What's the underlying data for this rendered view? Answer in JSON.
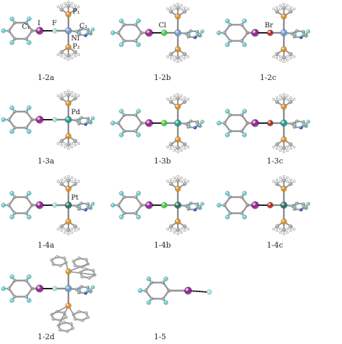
{
  "panels": [
    {
      "id": "1-2a",
      "label": "1-2a",
      "metal_color": "#6a9ac9",
      "halogen": "F",
      "halogen_color": "#8de6e6",
      "variant": "ni",
      "atom_labels": {
        "c1": "C₁",
        "x": "I",
        "h": "F",
        "p1": "P₁",
        "c2": "C₂",
        "m": "Ni",
        "p2": "P₂"
      }
    },
    {
      "id": "1-2b",
      "label": "1-2b",
      "metal_color": "#6a9ac9",
      "halogen": "Cl",
      "halogen_color": "#33cc33",
      "variant": "ni",
      "atom_labels": {
        "x": "Cl"
      }
    },
    {
      "id": "1-2c",
      "label": "1-2c",
      "metal_color": "#6a9ac9",
      "halogen": "Br",
      "halogen_color": "#b02020",
      "variant": "ni",
      "atom_labels": {
        "x": "Br"
      }
    },
    {
      "id": "1-3a",
      "label": "1-3a",
      "metal_color": "#1a9a8a",
      "halogen": "F",
      "halogen_color": "#8de6e6",
      "variant": "pd",
      "atom_labels": {
        "m": "Pd"
      }
    },
    {
      "id": "1-3b",
      "label": "1-3b",
      "metal_color": "#1a9a8a",
      "halogen": "Cl",
      "halogen_color": "#33cc33",
      "variant": "pd",
      "atom_labels": {}
    },
    {
      "id": "1-3c",
      "label": "1-3c",
      "metal_color": "#1a9a8a",
      "halogen": "Br",
      "halogen_color": "#b02020",
      "variant": "pd",
      "atom_labels": {}
    },
    {
      "id": "1-4a",
      "label": "1-4a",
      "metal_color": "#236b5e",
      "halogen": "F",
      "halogen_color": "#8de6e6",
      "variant": "pt",
      "atom_labels": {
        "m": "Pt"
      }
    },
    {
      "id": "1-4b",
      "label": "1-4b",
      "metal_color": "#236b5e",
      "halogen": "Cl",
      "halogen_color": "#33cc33",
      "variant": "pt",
      "atom_labels": {}
    },
    {
      "id": "1-4c",
      "label": "1-4c",
      "metal_color": "#236b5e",
      "halogen": "Br",
      "halogen_color": "#b02020",
      "variant": "pt",
      "atom_labels": {}
    },
    {
      "id": "1-2d",
      "label": "1-2d",
      "metal_color": "#6a9ac9",
      "halogen": "F",
      "halogen_color": "#8de6e6",
      "variant": "phenyl",
      "atom_labels": {}
    },
    {
      "id": "1-5",
      "label": "1-5",
      "metal_color": "",
      "halogen": "F",
      "halogen_color": "#8de6e6",
      "variant": "free",
      "atom_labels": {}
    }
  ],
  "colors": {
    "carbon": "#9a9a9a",
    "hydrogen": "#e6e6e6",
    "fluorine_ring": "#5cc9c9",
    "iodine": "#8b1a8b",
    "phosphorus": "#e08a1a",
    "nitrogen": "#2233cc",
    "bond": "#8a8a8a",
    "text": "#222222"
  }
}
